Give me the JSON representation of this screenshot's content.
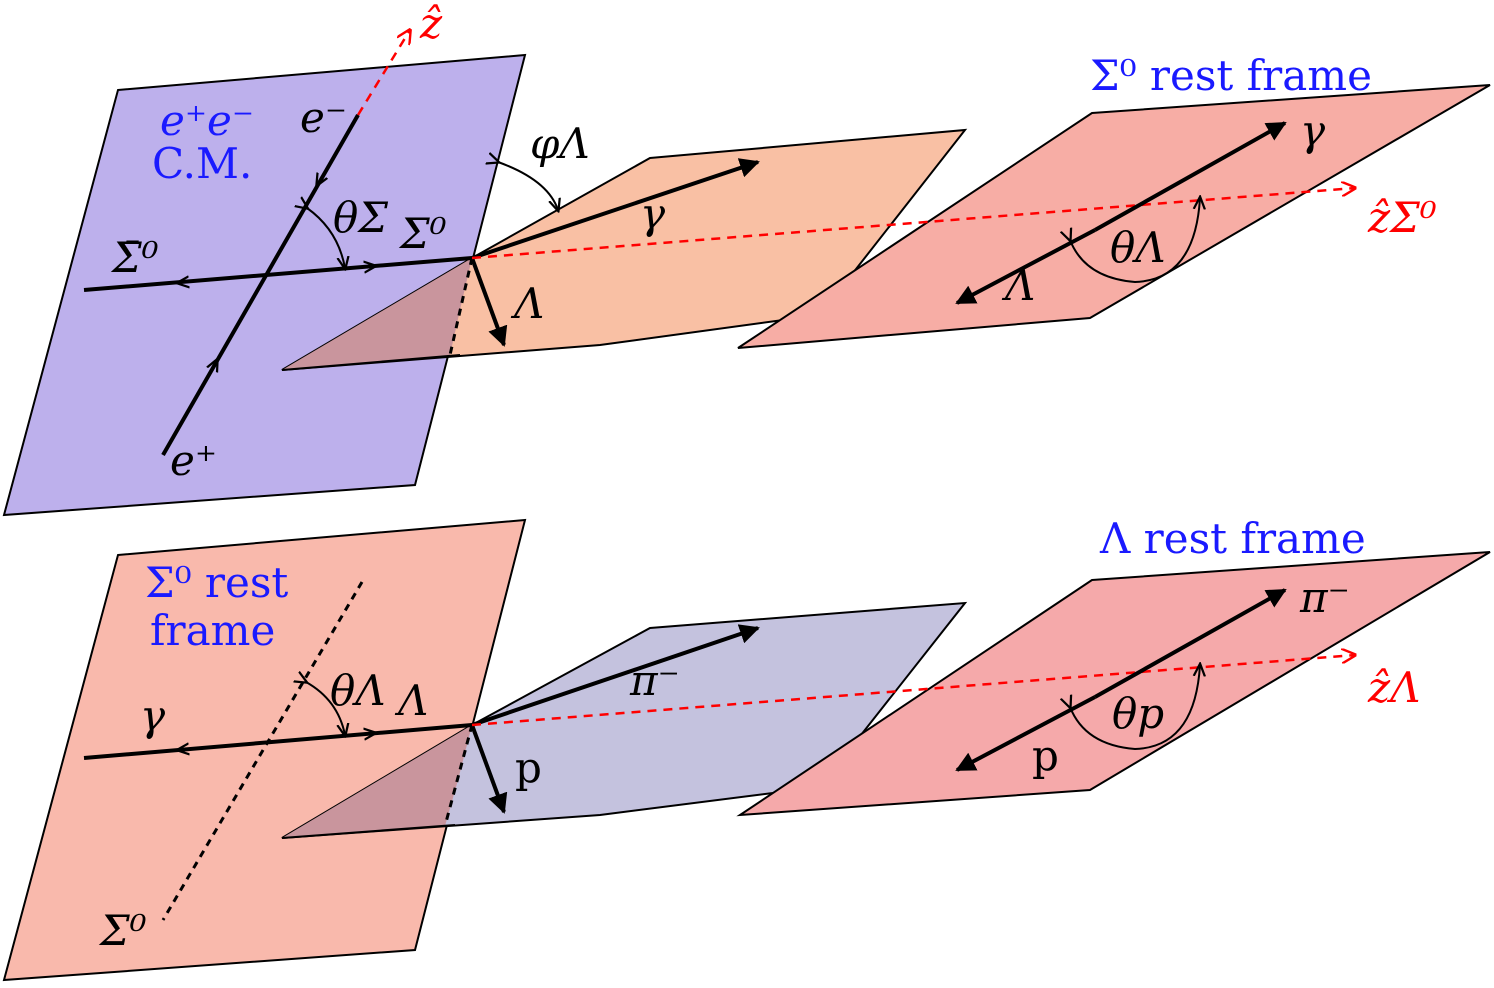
{
  "colors": {
    "cm_plane": "#bdb0ec",
    "sigma_rest_plane": "#f9b9ac",
    "decay_plane_top": "#f9c0a4",
    "decay_plane_bottom": "#c4c2de",
    "overlap": "#c9959d",
    "sigma_frame_plane": "#f7ada5",
    "lambda_frame_plane": "#f5a9aa",
    "label_blue": "#1a1aff",
    "axis_red": "#ff0000"
  },
  "top_panel": {
    "cm_label_line1": "e⁺e⁻",
    "cm_label_line2": "C.M.",
    "electron": "e⁻",
    "positron": "e⁺",
    "z_axis": "ẑ",
    "theta_sigma": "θΣ",
    "sigma": "Σ⁰",
    "anti_sigma": "Σ̄⁰",
    "phi_lambda": "φΛ",
    "gamma": "γ",
    "lambda": "Λ",
    "frame_title": "Σ⁰ rest frame",
    "frame_gamma": "γ",
    "frame_lambda": "Λ",
    "frame_theta": "θΛ",
    "frame_axis": "ẑΣ⁰"
  },
  "bottom_panel": {
    "frame_label_line1": "Σ⁰ rest",
    "frame_label_line2": "frame",
    "gamma": "γ",
    "theta_lambda": "θΛ",
    "lambda": "Λ",
    "sigma": "Σ⁰",
    "pion": "π⁻",
    "proton": "p",
    "frame_title": "Λ rest frame",
    "frame_pion": "π⁻",
    "frame_proton": "p",
    "frame_theta": "θp",
    "frame_axis": "ẑΛ"
  }
}
